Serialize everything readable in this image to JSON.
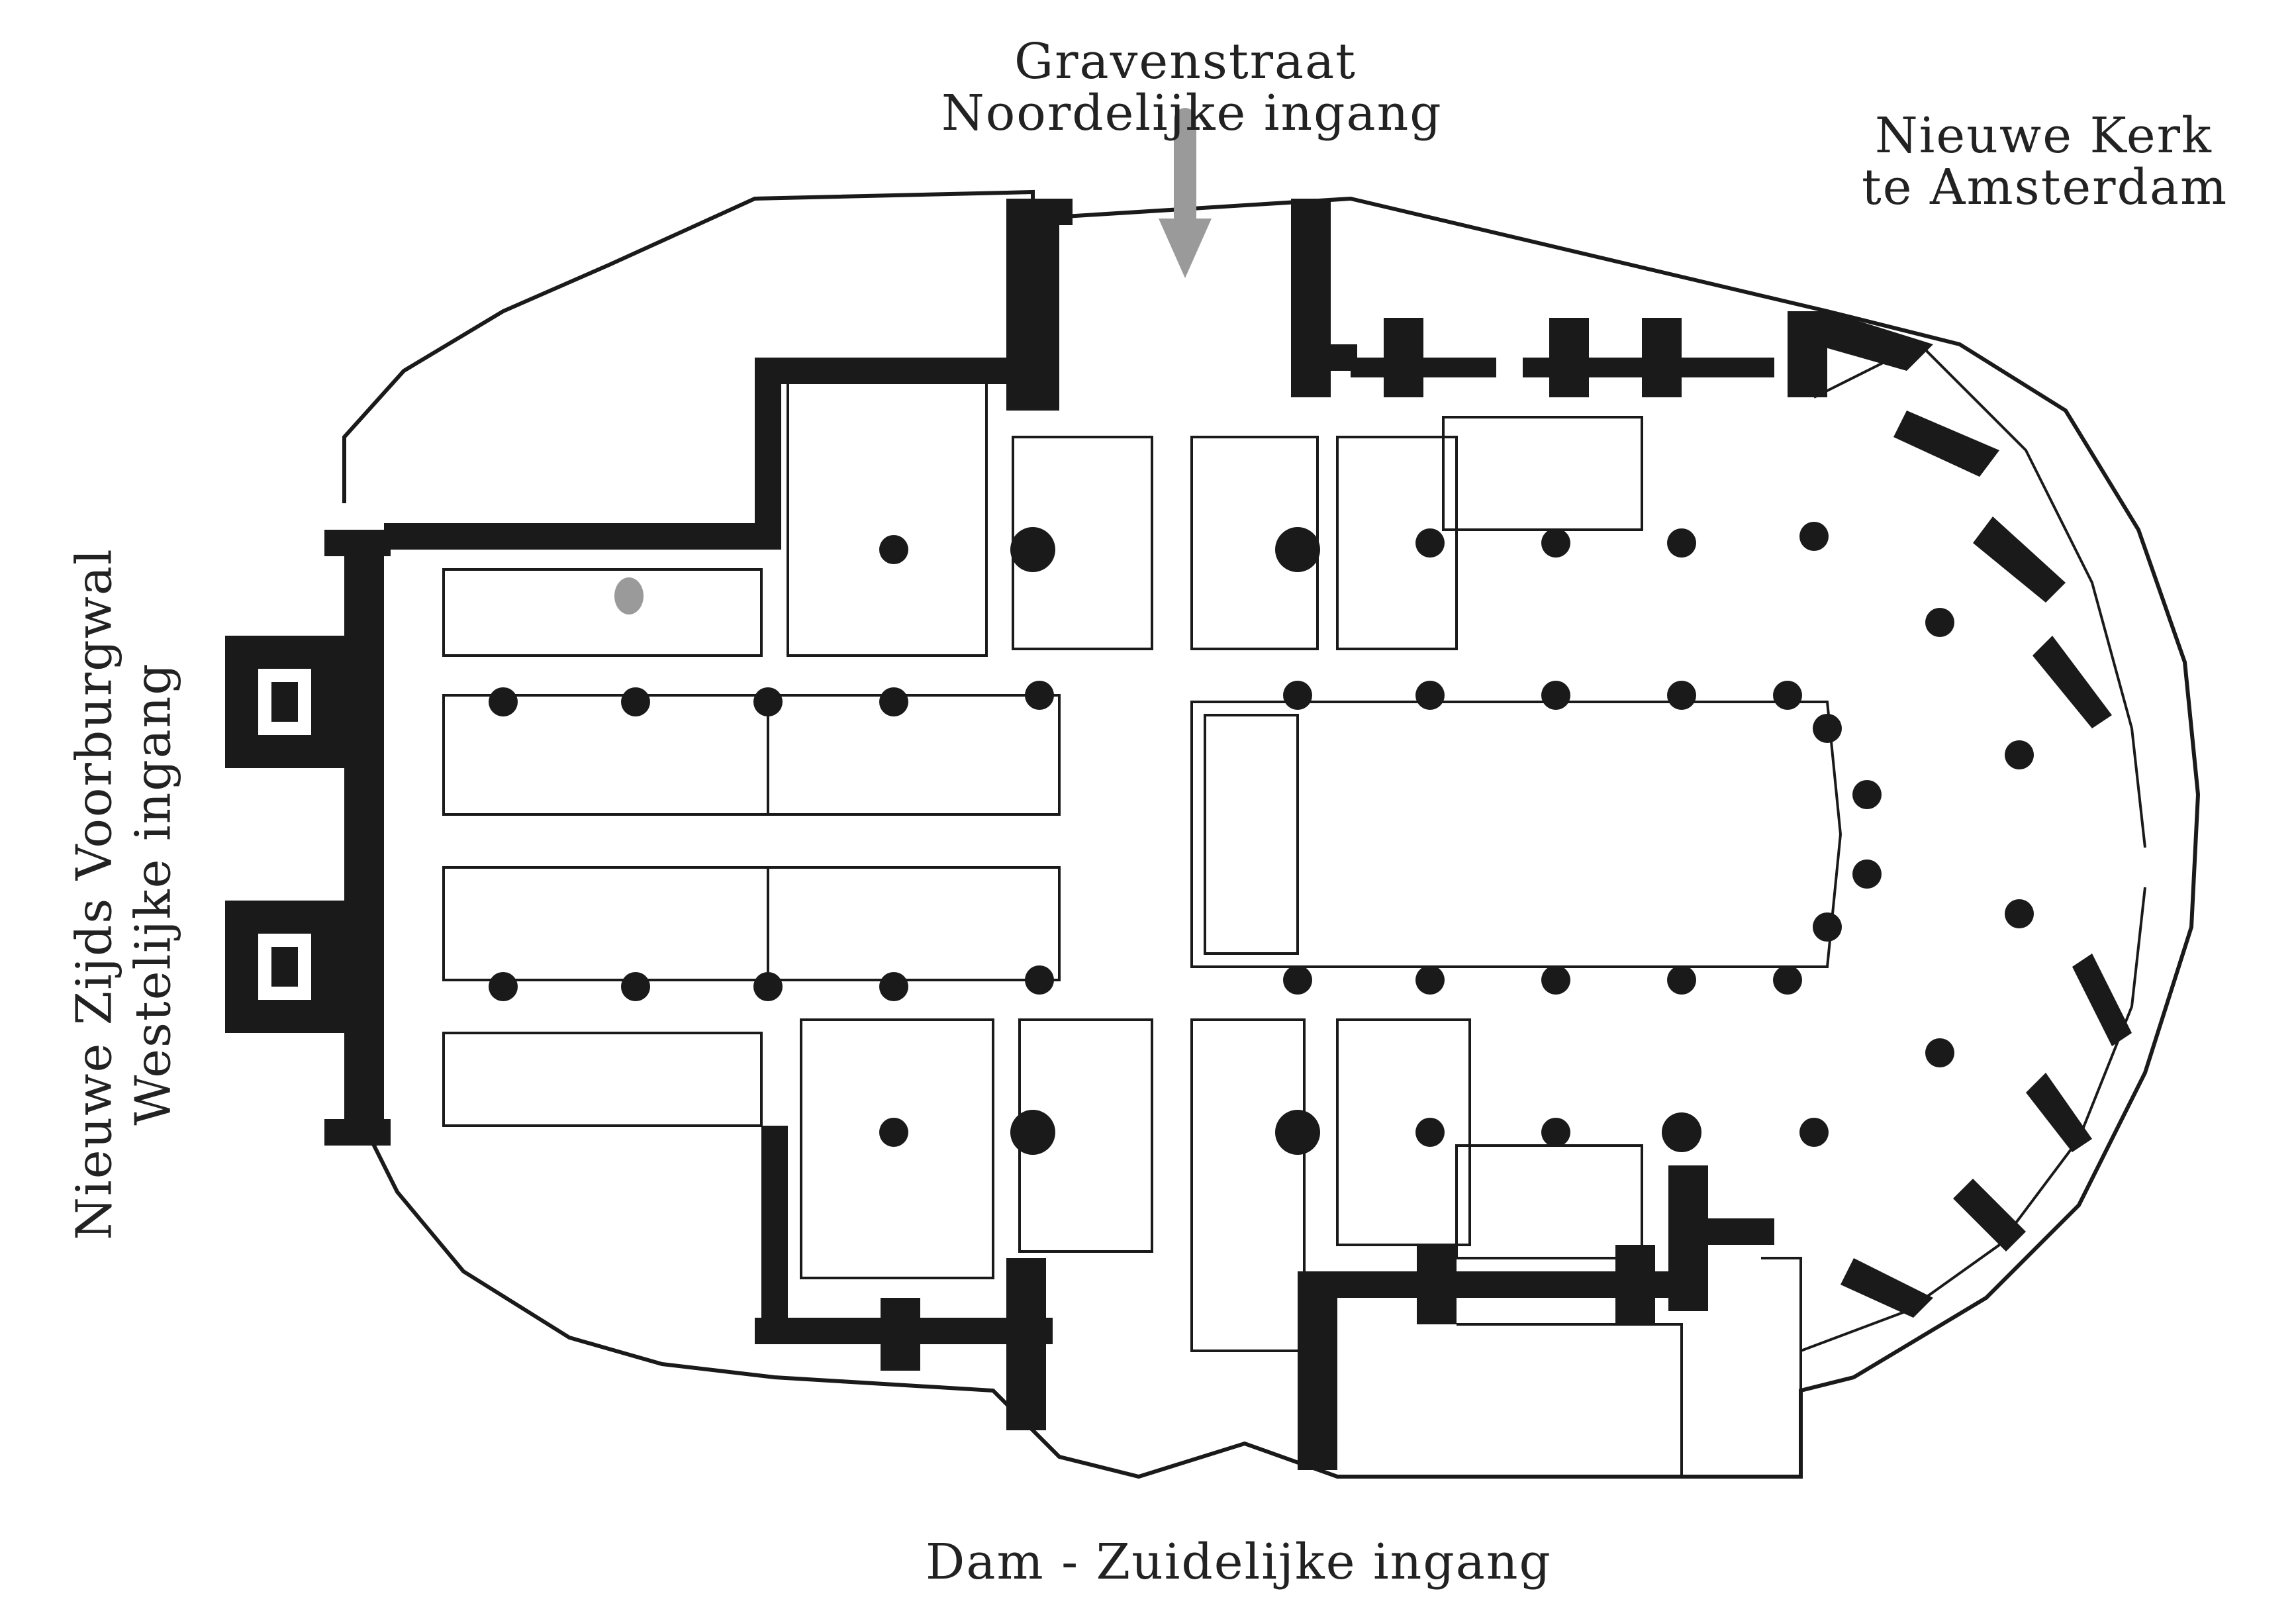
{
  "labels": {
    "north_line1": "Gravenstraat",
    "north_line2": "Noordelijke ingang",
    "title_line1": "Nieuwe Kerk",
    "title_line2": "te Amsterdam",
    "west_line1": "Nieuwe Zijds Voorburgwal",
    "west_line2": "Westelijke ingang",
    "south": "Dam - Zuidelijke ingang"
  },
  "colors": {
    "ink": "#1a1a1a",
    "paper": "#ffffff",
    "arrow": "#9a9a9a"
  }
}
